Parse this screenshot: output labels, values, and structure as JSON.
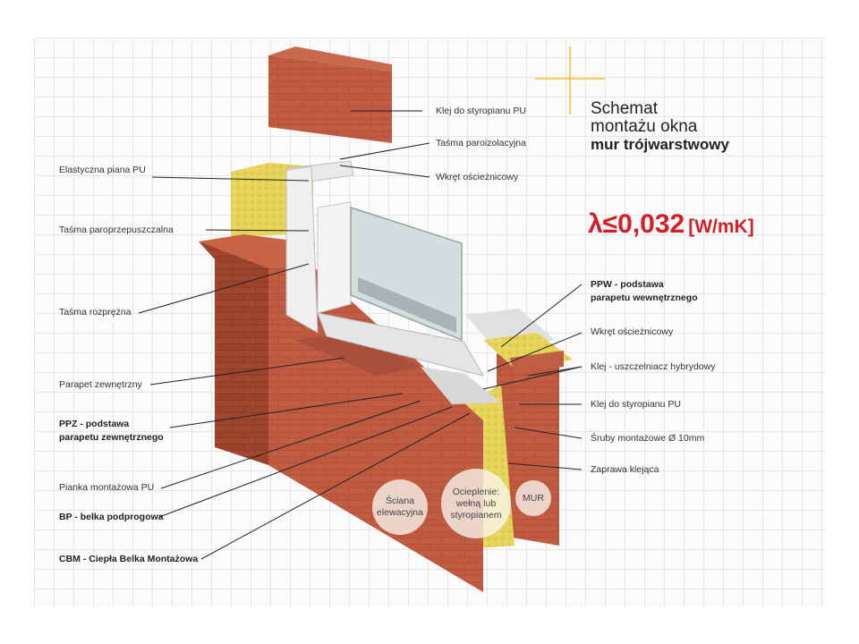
{
  "title": {
    "line1": "Schemat",
    "line2": "montażu okna",
    "line3": "mur trójwarstwowy"
  },
  "lambda": {
    "value": "λ≤0,032",
    "unit": "[W/mK]",
    "color": "#d31f25"
  },
  "labels_left": [
    {
      "text": "Elastyczna piana PU",
      "bold": false
    },
    {
      "text": "Taśma paroprzepuszczalna",
      "bold": false
    },
    {
      "text": "Taśma rozprężna",
      "bold": false
    },
    {
      "text": "Parapet zewnętrzny",
      "bold": false
    },
    {
      "text": "PPZ - podstawa",
      "bold": true
    },
    {
      "text": "parapetu zewnętrznego",
      "bold": true
    },
    {
      "text": "Pianka montażowa PU",
      "bold": false
    },
    {
      "text": "BP - belka podprogowa",
      "bold": true
    },
    {
      "text": "CBM - Ciepła Belka Montażowa",
      "bold": true
    }
  ],
  "labels_right": [
    {
      "text": "Klej do styropianu PU",
      "bold": false
    },
    {
      "text": "Taśma paroizolacyjna",
      "bold": false
    },
    {
      "text": "Wkręt ościeżnicowy",
      "bold": false
    },
    {
      "text": "PPW - podstawa",
      "bold": true
    },
    {
      "text": "parapetu wewnętrznego",
      "bold": true
    },
    {
      "text": "Wkręt ościeżnicowy",
      "bold": false
    },
    {
      "text": "Klej - uszczelniacz hybrydowy",
      "bold": false
    },
    {
      "text": "Klej do styropianu PU",
      "bold": false
    },
    {
      "text": "Śruby montażowe Ø 10mm",
      "bold": false
    },
    {
      "text": "Zaprawa klejąca",
      "bold": false
    }
  ],
  "bubbles": [
    {
      "line1": "Ściana",
      "line2": "elewacyjna"
    },
    {
      "line1": "Ocieplenie:",
      "line2": "wełną lub",
      "line3": "styropianem"
    },
    {
      "line1": "MUR"
    }
  ],
  "colors": {
    "brick": "#b4513a",
    "brick_dark": "#8e3b28",
    "insulation": "#e6d35a",
    "accent_gold": "#f2c12e",
    "frame": "#ececec"
  }
}
